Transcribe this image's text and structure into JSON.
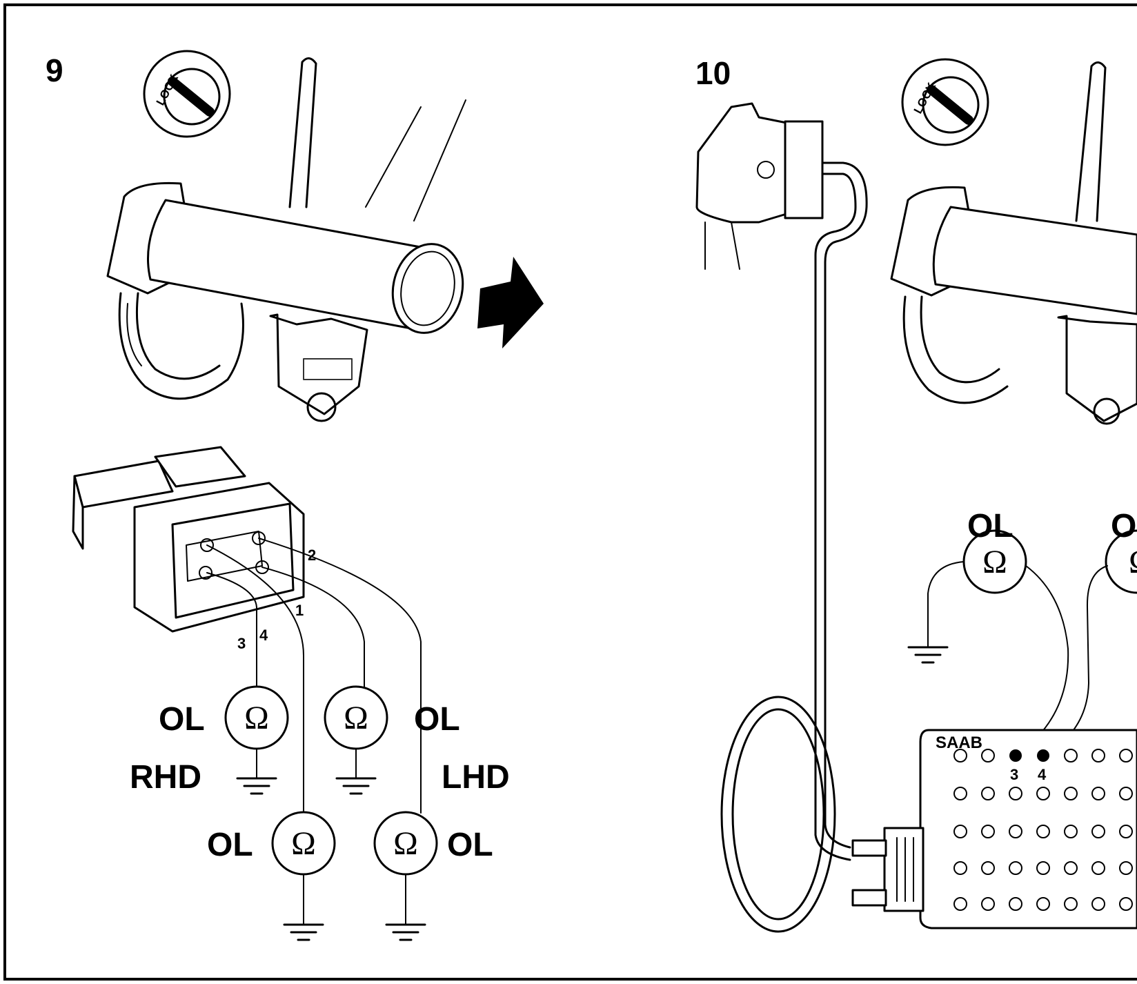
{
  "panels": [
    {
      "step": "9"
    },
    {
      "step": "10"
    }
  ],
  "ignition": {
    "lock_label": "LOCK"
  },
  "meter_symbol": "Ω",
  "panel9": {
    "pins": [
      "1",
      "2",
      "3",
      "4"
    ],
    "readings": [
      "OL",
      "OL",
      "OL",
      "OL"
    ],
    "rhd_label": "RHD",
    "lhd_label": "LHD"
  },
  "panel10": {
    "readings": [
      "OL",
      "O"
    ],
    "box_brand": "SAAB",
    "box_pins": [
      "3",
      "4"
    ]
  }
}
